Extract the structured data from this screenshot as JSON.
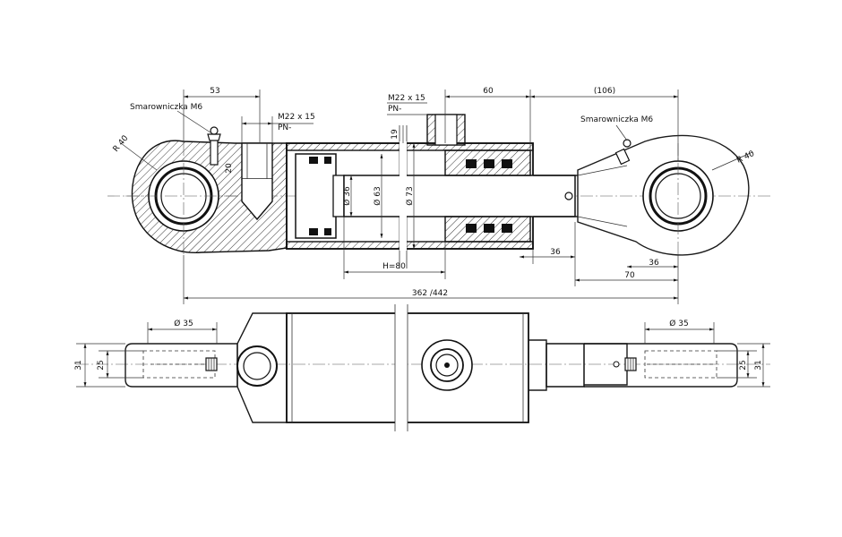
{
  "labels": {
    "grease_left": "Smarowniczka M6",
    "grease_right": "Smarowniczka M6",
    "port_left_thread": "M22 x 15",
    "port_left_pn": "PN-",
    "port_right_thread": "M22 x 15",
    "port_right_pn": "PN-"
  },
  "dimensions": {
    "d53": "53",
    "d60": "60",
    "d106": "(106)",
    "r40_left": "R 40",
    "r40_right": "R 40",
    "d19": "19",
    "d20": "20",
    "phi36": "Ø 36",
    "phi63": "Ø 63",
    "phi73": "Ø 73",
    "stroke": "H=80",
    "d36_rod": "36",
    "d36_eye": "36",
    "d70": "70",
    "length": "362 /442",
    "phi35_left": "Ø 35",
    "phi35_right": "Ø 35",
    "d31_left": "31",
    "d25_left": "25",
    "d25_right": "25",
    "d31_right": "31"
  }
}
